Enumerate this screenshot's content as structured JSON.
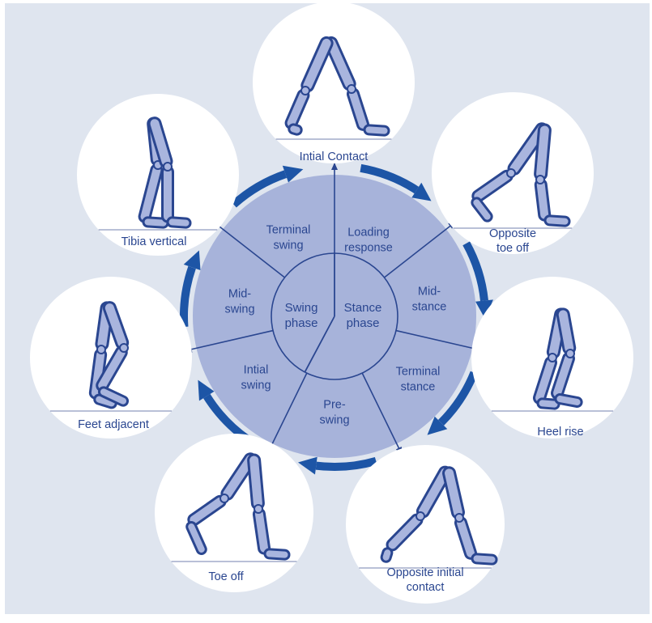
{
  "diagram": {
    "colors": {
      "background": "#dfe5ef",
      "wheel": "#a7b3da",
      "line": "#2a4690",
      "arrow": "#1d55a6",
      "limb_fill": "#a9b5de",
      "limb_stroke": "#2a4690",
      "circle": "#ffffff",
      "text": "#2a4690"
    },
    "center": {
      "stance": [
        "Stance",
        "phase"
      ],
      "swing": [
        "Swing",
        "phase"
      ]
    },
    "sectors": [
      {
        "lines": [
          "Loading",
          "response"
        ]
      },
      {
        "lines": [
          "Mid-",
          "stance"
        ]
      },
      {
        "lines": [
          "Terminal",
          "stance"
        ]
      },
      {
        "lines": [
          "Pre-",
          "swing"
        ]
      },
      {
        "lines": [
          "Intial",
          "swing"
        ]
      },
      {
        "lines": [
          "Mid-",
          "swing"
        ]
      },
      {
        "lines": [
          "Terminal",
          "swing"
        ]
      }
    ],
    "events": [
      {
        "lines": [
          "Intial Contact"
        ],
        "icon": "leg-initial-contact-icon"
      },
      {
        "lines": [
          "Opposite",
          "toe off"
        ],
        "icon": "leg-opposite-toe-off-icon"
      },
      {
        "lines": [
          "Heel rise"
        ],
        "icon": "leg-heel-rise-icon"
      },
      {
        "lines": [
          "Opposite initial",
          "contact"
        ],
        "icon": "leg-opposite-initial-contact-icon"
      },
      {
        "lines": [
          "Toe off"
        ],
        "icon": "leg-toe-off-icon"
      },
      {
        "lines": [
          "Feet adjacent"
        ],
        "icon": "leg-feet-adjacent-icon"
      },
      {
        "lines": [
          "Tibia vertical"
        ],
        "icon": "leg-tibia-vertical-icon"
      }
    ]
  }
}
